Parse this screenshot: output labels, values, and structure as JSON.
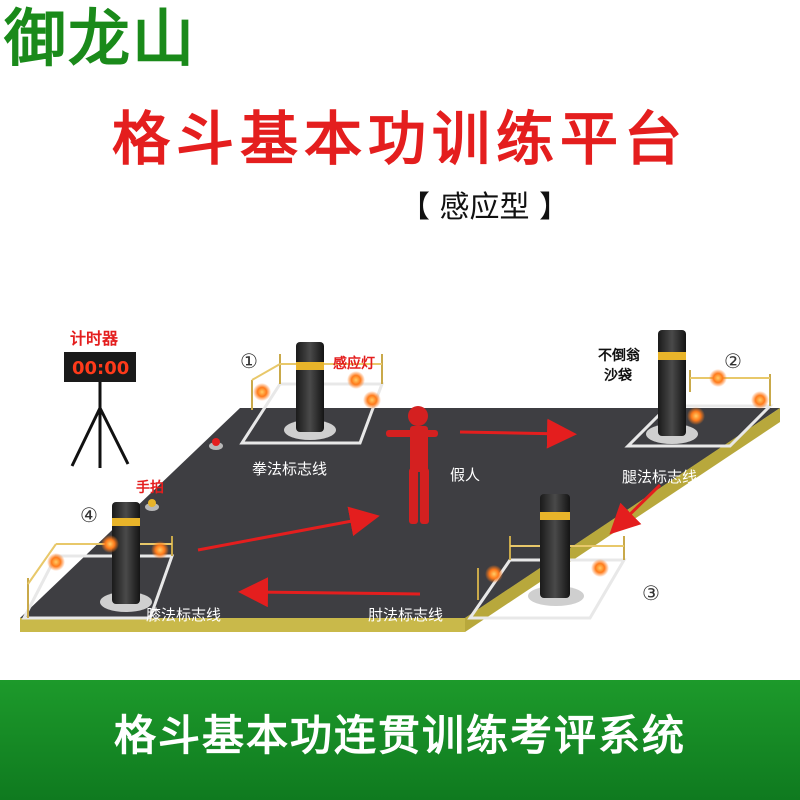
{
  "brand": {
    "name": "御龙山"
  },
  "title": "格斗基本功训练平台",
  "subtitle": "【 感应型 】",
  "banner": {
    "text": "格斗基本功连贯训练考评系统",
    "color": "#11851f"
  },
  "accent_color": "#e41e1e",
  "timer": {
    "label": "计时器",
    "display": "00:00"
  },
  "stations": [
    {
      "number": "①",
      "line_label": "拳法标志线"
    },
    {
      "number": "②",
      "line_label": "腿法标志线"
    },
    {
      "number": "③",
      "line_label": "肘法标志线"
    },
    {
      "number": "④",
      "line_label": "膝法标志线"
    }
  ],
  "callouts": {
    "sensor_light": "感应灯",
    "tumbler_bag_line1": "不倒翁",
    "tumbler_bag_line2": "沙袋",
    "dummy": "假人",
    "hand_clap": "手拍"
  }
}
